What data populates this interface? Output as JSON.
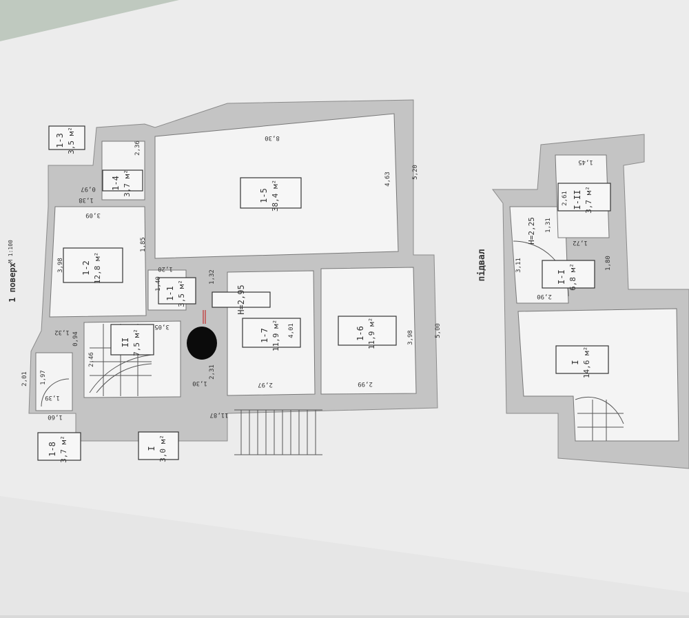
{
  "floor_title": "1 поверх",
  "basement_title": "підвал",
  "sheet_corner": "М 1:100",
  "height_main": "Н=2,95",
  "height_basement": "Н=2,25",
  "rooms": [
    {
      "id": "1-1",
      "area": "3,5 м²"
    },
    {
      "id": "1-2",
      "area": "12,8 м²"
    },
    {
      "id": "1-3",
      "area": "3,5 м²"
    },
    {
      "id": "1-4",
      "area": "3,7 м²"
    },
    {
      "id": "1-5",
      "area": "38,4 м²"
    },
    {
      "id": "1-6",
      "area": "11,9 м²"
    },
    {
      "id": "1-7",
      "area": "11,9 м²"
    },
    {
      "id": "1-8",
      "area": "3,7 м²"
    },
    {
      "id": "II",
      "area": "7,5 м²"
    },
    {
      "id": "I",
      "area": "3,0 м²"
    },
    {
      "id": "I-I",
      "area": "6,8 м²"
    },
    {
      "id": "I-II",
      "area": "3,7 м²"
    },
    {
      "id": "I",
      "area": "14,6 м²"
    }
  ],
  "dims": [
    "8,30",
    "4,63",
    "5,20",
    "3,09",
    "3,98",
    "1,85",
    "1,40",
    "1,20",
    "1,32",
    "4,01",
    "3,98",
    "5,00",
    "2,97",
    "2,99",
    "11,87",
    "3,05",
    "2,46",
    "2,31",
    "1,30",
    "1,32",
    "0,94",
    "2,01",
    "1,97",
    "1,39",
    "1,60",
    "0,97",
    "1,38",
    "2,36",
    "1,45",
    "2,61",
    "1,31",
    "3,11",
    "1,72",
    "1,80",
    "2,90"
  ]
}
